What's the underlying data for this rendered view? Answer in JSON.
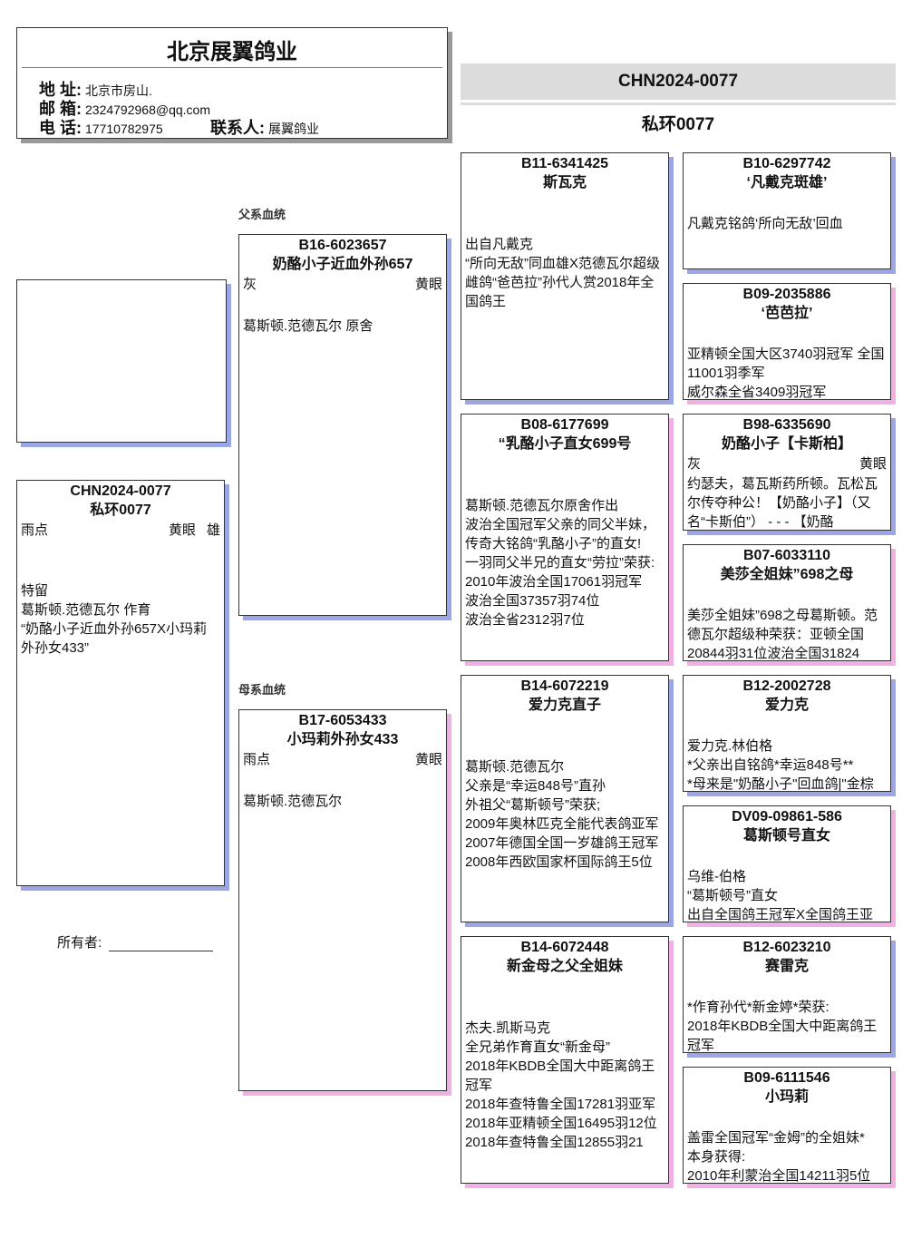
{
  "header": {
    "title": "北京展翼鸽业",
    "address_label": "地 址:",
    "address": "北京市房山.",
    "email_label": "邮 箱:",
    "email": "2324792968@qq.com",
    "phone_label": "电 话:",
    "phone": "17710782975",
    "contact_label": "联系人:",
    "contact": "展翼鸽业"
  },
  "pigeon": {
    "ring": "CHN2024-0077",
    "name": "私环0077"
  },
  "labels": {
    "sire_line": "父系血统",
    "dam_line": "母系血统",
    "owner": "所有者:"
  },
  "colors": {
    "male_shadow": "#9aa6e6",
    "female_shadow": "#f0b0e6"
  },
  "cards": [
    {
      "ring": "CHN2024-0077",
      "name": "私环0077",
      "color": "雨点",
      "eye": "黄眼",
      "sex": "雄",
      "body": [
        "特留",
        "葛斯顿.范德瓦尔 作育",
        "“奶酪小子近血外孙657X小玛莉外孙女433”"
      ]
    },
    {
      "ring": "B16-6023657",
      "name": "奶酪小子近血外孙657",
      "color": "灰",
      "eye": "黄眼",
      "body": [
        "葛斯顿.范德瓦尔 原舍"
      ]
    },
    {
      "ring": "B17-6053433",
      "name": "小玛莉外孙女433",
      "color": "雨点",
      "eye": "黄眼",
      "body": [
        "葛斯顿.范德瓦尔"
      ]
    },
    {
      "ring": "B11-6341425",
      "name": "斯瓦克",
      "body": [
        "出自凡戴克",
        "“所向无敌”同血雄X范德瓦尔超级雌鸽“爸芭拉”孙代人赏2018年全国鸽王"
      ]
    },
    {
      "ring": "B08-6177699",
      "name": "“乳酪小子直女699号",
      "body": [
        "葛斯顿.范德瓦尔原舍作出",
        "波治全国冠军父亲的同父半妹，传奇大铭鸽“乳酪小子”的直女!",
        "一羽同父半兄的直女“劳拉”荣获:",
        "2010年波治全国17061羽冠军",
        "波治全国37357羽74位",
        "波治全省2312羽7位"
      ]
    },
    {
      "ring": "B14-6072219",
      "name": "爱力克直子",
      "body": [
        "葛斯顿.范德瓦尔",
        "父亲是“幸运848号”直孙",
        "外祖父“葛斯顿号”荣获;",
        "2009年奥林匹克全能代表鸽亚军",
        "2007年德国全国一岁雄鸽王冠军",
        "2008年西欧国家杯国际鸽王5位"
      ]
    },
    {
      "ring": "B14-6072448",
      "name": "新金母之父全姐妹",
      "body": [
        "杰夫.凯斯马克",
        "全兄弟作育直女“新金母”",
        "2018年KBDB全国大中距离鸽王冠军",
        "2018年查特鲁全国17281羽亚军",
        "2018年亚精顿全国16495羽12位",
        "2018年查特鲁全国12855羽21"
      ]
    },
    {
      "ring": "B10-6297742",
      "name": "‘凡戴克斑雄’",
      "body": [
        "凡戴克铭鸽‘所向无敌’回血"
      ]
    },
    {
      "ring": "B09-2035886",
      "name": "‘芭芭拉’",
      "body": [
        "亚精顿全国大区3740羽冠军 全国11001羽季军",
        "威尔森全省3409羽冠军"
      ]
    },
    {
      "ring": "B98-6335690",
      "name": "奶酪小子【卡斯柏】",
      "color": "灰",
      "eye": "黄眼",
      "body": [
        "约瑟夫，葛瓦斯药所顿。瓦松瓦尔传夺种公！【奶酪小子】（又名“卡斯伯”） - - - 【奶酪"
      ]
    },
    {
      "ring": "B07-6033110",
      "name": "美莎全姐妹”698之母",
      "body": [
        "美莎全姐妹”698之母葛斯顿。范德瓦尔超级种荣获：亚顿全国20844羽31位波治全国31824"
      ]
    },
    {
      "ring": "B12-2002728",
      "name": "爱力克",
      "body": [
        "爱力克.林伯格",
        "*父亲出自铭鸽*幸运848号**",
        "*母来是\"奶酪小子\"回血鸽|\"金棕"
      ]
    },
    {
      "ring": "DV09-09861-586",
      "name": "葛斯顿号直女",
      "body": [
        "乌维-伯格",
        "“葛斯顿号”直女",
        "出自全国鸽王冠军X全国鸽王亚"
      ]
    },
    {
      "ring": "B12-6023210",
      "name": "赛雷克",
      "body": [
        "*作育孙代*新金婷*荣获:",
        "2018年KBDB全国大中距离鸽王冠军"
      ]
    },
    {
      "ring": "B09-6111546",
      "name": "小玛莉",
      "body": [
        "盖雷全国冠军“金姆”的全姐妹*",
        "本身获得:",
        "2010年利蒙治全国14211羽5位"
      ]
    }
  ]
}
